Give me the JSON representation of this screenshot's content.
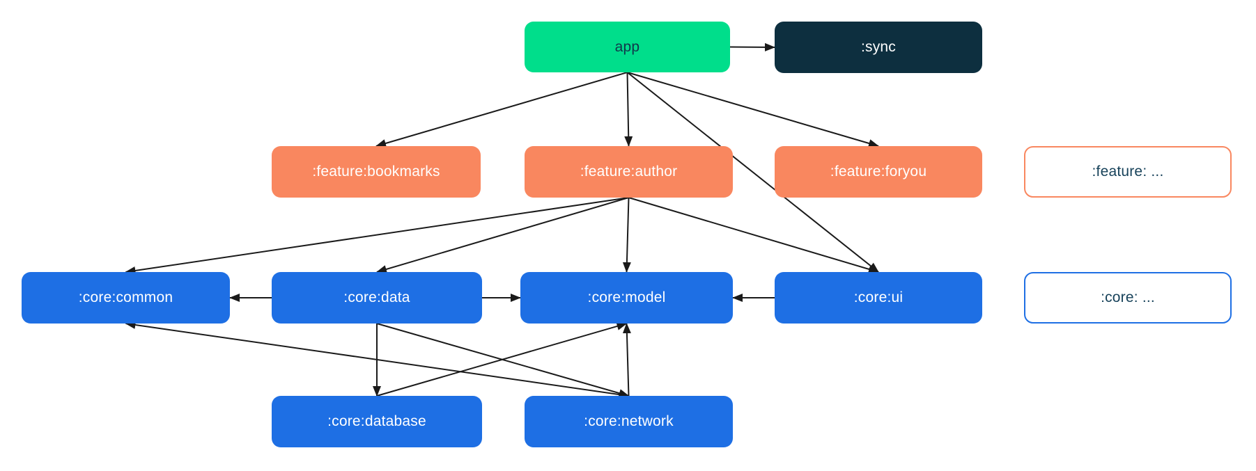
{
  "diagram": {
    "type": "module-dependency-graph",
    "colors": {
      "background": "#ffffff",
      "app_fill": "#00de8b",
      "sync_fill": "#0d2f3f",
      "feature_fill": "#f9875f",
      "core_fill": "#1e6fe4",
      "legend_text": "#17425a",
      "app_text": "#11374b",
      "node_text": "#ffffff",
      "edge": "#1a1a1a"
    },
    "nodes": [
      {
        "id": "app",
        "label": "app",
        "type": "app"
      },
      {
        "id": "sync",
        "label": ":sync",
        "type": "sync"
      },
      {
        "id": "feature-bookmarks",
        "label": ":feature:bookmarks",
        "type": "feature"
      },
      {
        "id": "feature-author",
        "label": ":feature:author",
        "type": "feature"
      },
      {
        "id": "feature-foryou",
        "label": ":feature:foryou",
        "type": "feature"
      },
      {
        "id": "legend-feature",
        "label": ":feature: ...",
        "type": "legend"
      },
      {
        "id": "core-common",
        "label": ":core:common",
        "type": "core"
      },
      {
        "id": "core-data",
        "label": ":core:data",
        "type": "core"
      },
      {
        "id": "core-model",
        "label": ":core:model",
        "type": "core"
      },
      {
        "id": "core-ui",
        "label": ":core:ui",
        "type": "core"
      },
      {
        "id": "legend-core",
        "label": ":core: ...",
        "type": "legend"
      },
      {
        "id": "core-database",
        "label": ":core:database",
        "type": "core"
      },
      {
        "id": "core-network",
        "label": ":core:network",
        "type": "core"
      }
    ],
    "edges": [
      {
        "from": "app",
        "to": "sync"
      },
      {
        "from": "app",
        "to": "feature-bookmarks"
      },
      {
        "from": "app",
        "to": "feature-author"
      },
      {
        "from": "app",
        "to": "feature-foryou"
      },
      {
        "from": "app",
        "to": "core-ui"
      },
      {
        "from": "feature-author",
        "to": "core-common"
      },
      {
        "from": "feature-author",
        "to": "core-data"
      },
      {
        "from": "feature-author",
        "to": "core-model"
      },
      {
        "from": "feature-author",
        "to": "core-ui"
      },
      {
        "from": "core-data",
        "to": "core-common"
      },
      {
        "from": "core-data",
        "to": "core-model"
      },
      {
        "from": "core-ui",
        "to": "core-model"
      },
      {
        "from": "core-data",
        "to": "core-database"
      },
      {
        "from": "core-data",
        "to": "core-network"
      },
      {
        "from": "core-database",
        "to": "core-model"
      },
      {
        "from": "core-network",
        "to": "core-model"
      },
      {
        "from": "core-network",
        "to": "core-common"
      }
    ]
  }
}
